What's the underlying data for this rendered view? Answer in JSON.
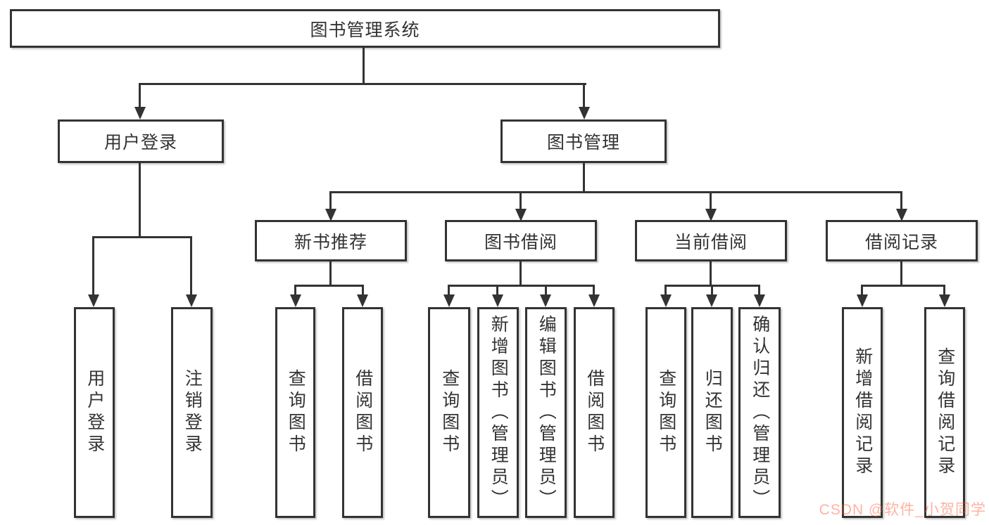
{
  "tree": {
    "root": {
      "label": "图书管理系统"
    },
    "branches": [
      {
        "label": "用户登录",
        "children": [
          {
            "label": "用户登录"
          },
          {
            "label": "注销登录"
          }
        ]
      },
      {
        "label": "图书管理",
        "children": [
          {
            "label": "新书推荐",
            "children": [
              {
                "label": "查询图书"
              },
              {
                "label": "借阅图书"
              }
            ]
          },
          {
            "label": "图书借阅",
            "children": [
              {
                "label": "查询图书"
              },
              {
                "label": "新增图书（管理员）"
              },
              {
                "label": "编辑图书（管理员）"
              },
              {
                "label": "借阅图书"
              }
            ]
          },
          {
            "label": "当前借阅",
            "children": [
              {
                "label": "查询图书"
              },
              {
                "label": "归还图书"
              },
              {
                "label": "确认归还（管理员）"
              }
            ]
          },
          {
            "label": "借阅记录",
            "children": [
              {
                "label": "新增借阅记录"
              },
              {
                "label": "查询借阅记录"
              }
            ]
          }
        ]
      }
    ]
  },
  "watermark": {
    "text": "CSDN @软件_小贺同学",
    "color": "#fc5531"
  },
  "colors": {
    "line": "#333333",
    "background": "#ffffff",
    "box_fill": "#ffffff",
    "text": "#333333"
  }
}
